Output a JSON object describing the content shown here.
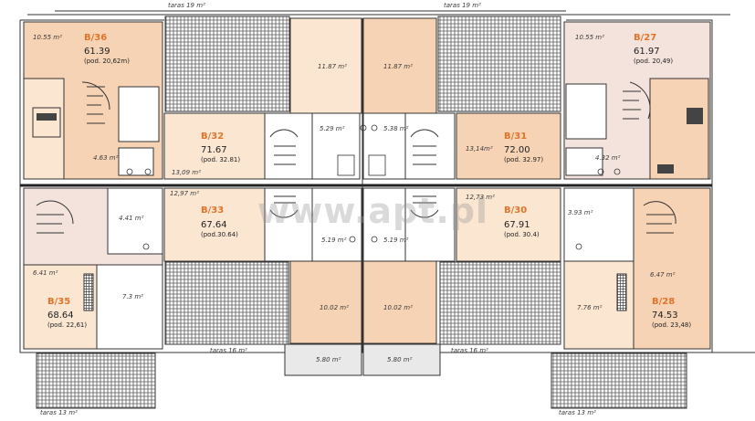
{
  "watermark": "www.apt.pl",
  "terraces": {
    "top_left": "taras 19 m²",
    "top_right": "taras 19 m²",
    "bottom_left_mid": "taras 16 m²",
    "bottom_right_mid": "taras 16 m²",
    "bottom_left_edge": "taras 13 m²",
    "bottom_right_edge": "taras 13 m²"
  },
  "units": {
    "b36": {
      "code": "B/36",
      "area": "61.39",
      "sub": "(pod. 20,62m)"
    },
    "b27": {
      "code": "B/27",
      "area": "61.97",
      "sub": "(pod. 20,49)"
    },
    "b32": {
      "code": "B/32",
      "area": "71.67",
      "sub": "(pod. 32.81)"
    },
    "b31": {
      "code": "B/31",
      "area": "72.00",
      "sub": "(pod. 32.97)"
    },
    "b33": {
      "code": "B/33",
      "area": "67.64",
      "sub": "(pod.30.64)"
    },
    "b30": {
      "code": "B/30",
      "area": "67.91",
      "sub": "(pod. 30.4)"
    },
    "b35": {
      "code": "B/35",
      "area": "68.64",
      "sub": "(pod. 22,61)"
    },
    "b28": {
      "code": "B/28",
      "area": "74.53",
      "sub": "(pod. 23,48)"
    }
  },
  "rooms": {
    "r_10_55_l": "10.55 m²",
    "r_10_55_r": "10.55 m²",
    "r_11_87_l": "11.87 m²",
    "r_11_87_r": "11.87 m²",
    "r_5_29": "5.29 m²",
    "r_5_38": "5.38 m²",
    "r_4_63": "4.63 m²",
    "r_4_32": "4.32 m²",
    "r_13_09": "13,09 m²",
    "r_13_14": "13,14m²",
    "r_12_97": "12,97 m²",
    "r_12_73": "12,73 m²",
    "r_4_41": "4.41 m²",
    "r_3_93": "3.93 m²",
    "r_5_19_l": "5.19 m²",
    "r_5_19_r": "5.19 m²",
    "r_6_41": "6.41 m²",
    "r_6_47": "6.47 m²",
    "r_7_3": "7.3 m²",
    "r_7_76": "7.76 m²",
    "r_10_02_l": "10.02 m²",
    "r_10_02_r": "10.02 m²",
    "r_5_80_l": "5.80 m²",
    "r_5_80_r": "5.80 m²"
  },
  "colors": {
    "wall": "#2b2b2b",
    "apartment_fill": "#f7d3b5",
    "apartment_light": "#fbe6d2",
    "corner_light": "#f3e3dc",
    "terrace_hatch": "#555555",
    "accent": "#e0742a"
  }
}
